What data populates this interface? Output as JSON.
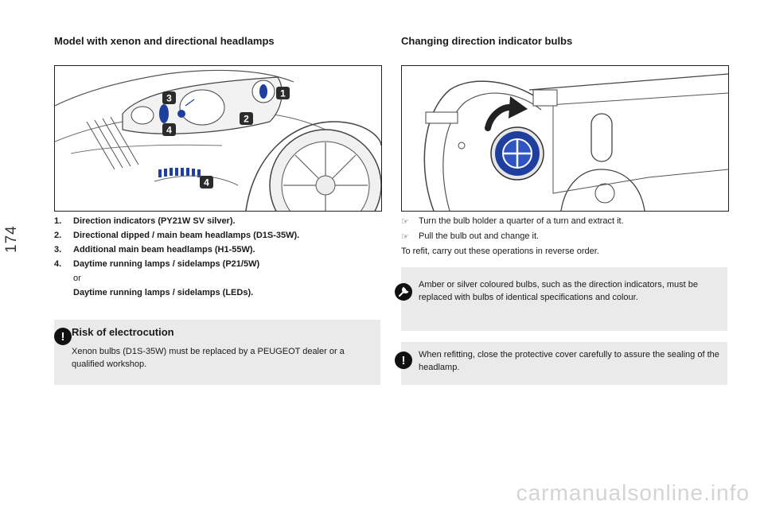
{
  "page": {
    "number": "174"
  },
  "left": {
    "title": "Model with xenon and directional headlamps",
    "callouts": [
      "1",
      "2",
      "3",
      "4",
      "4"
    ],
    "list": [
      {
        "num": "1.",
        "text": "Direction indicators (PY21W SV silver)."
      },
      {
        "num": "2.",
        "text": "Directional dipped / main beam headlamps (D1S-35W)."
      },
      {
        "num": "3.",
        "text": "Additional main beam headlamps (H1-55W)."
      },
      {
        "num": "4.",
        "text": "Daytime running lamps / sidelamps (P21/5W)"
      }
    ],
    "or_text": "or",
    "alt_text": "Daytime running lamps / sidelamps (LEDs).",
    "warning": {
      "icon": "!",
      "title": "Risk of electrocution",
      "body": "Xenon bulbs (D1S-35W) must be replaced by a PEUGEOT dealer or a qualified workshop."
    }
  },
  "right": {
    "title": "Changing direction indicator bulbs",
    "steps": [
      {
        "bullet": "",
        "text": "Turn the bulb holder a quarter of a turn and extract it."
      },
      {
        "bullet": "",
        "text": "Pull the bulb out and change it."
      }
    ],
    "refit_text": "To refit, carry out these operations in reverse order.",
    "info_note": {
      "body": "Amber or silver coloured bulbs, such as the direction indicators, must be replaced with bulbs of identical specifications and colour."
    },
    "warning2": {
      "icon": "!",
      "body": "When refitting, close the protective cover carefully to assure the sealing of the headlamp."
    }
  },
  "footer": {
    "watermark": "carmanualsonline.info"
  },
  "colors": {
    "callout_fill": "#2b2b2b",
    "bulb_blue": "#1f3f9e",
    "note_bg": "#eaeaea"
  }
}
